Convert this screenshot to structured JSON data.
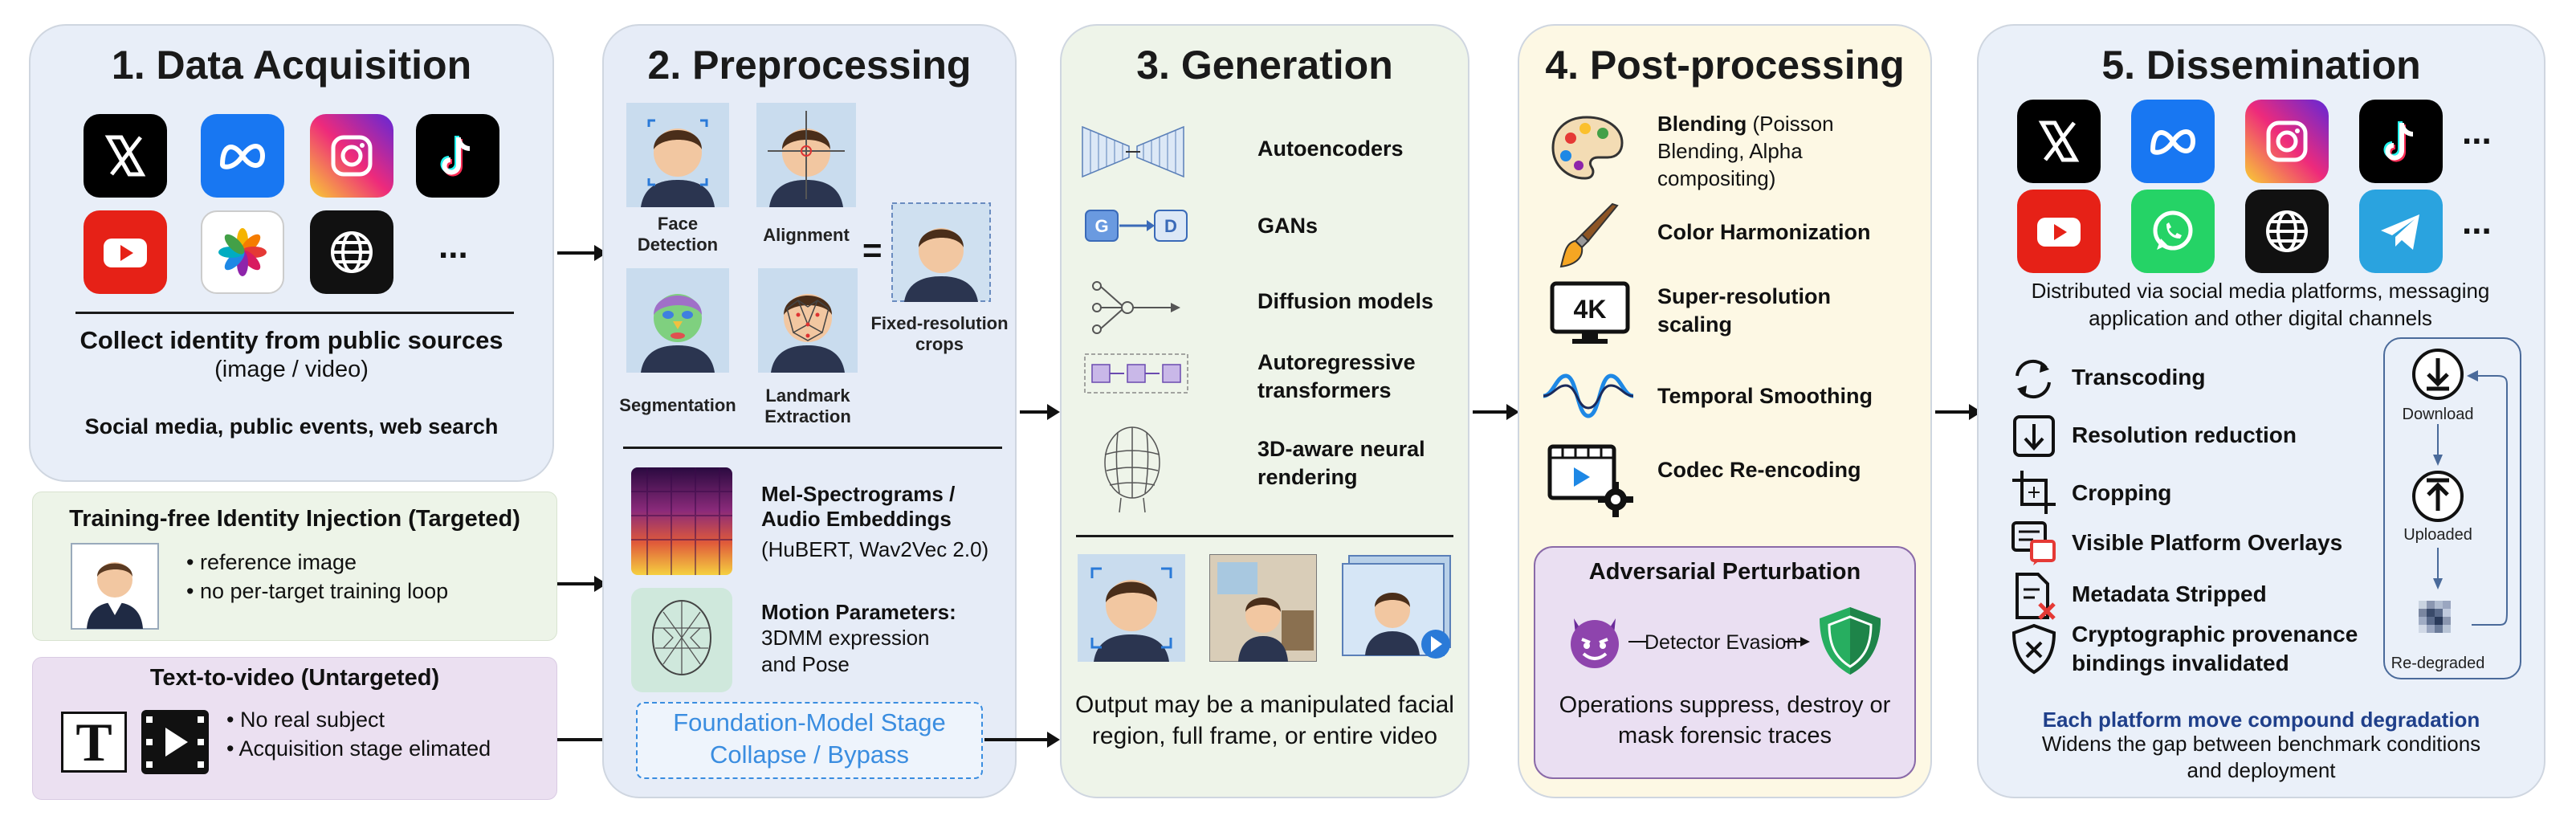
{
  "colors": {
    "panel1": "#e8eef8",
    "panel2": "#e6ecf7",
    "panel3": "#eef4e9",
    "panel4": "#fdf8e4",
    "panel5": "#eaf0f9",
    "training_box": "#edf4e8",
    "t2v_box": "#ebe0f1",
    "adversarial_box": "#eadff2",
    "foundation_blue": "#3a8de0",
    "accent_navy": "#1f3f8a"
  },
  "panel1": {
    "title": "1. Data Acquisition",
    "icons": [
      "x-icon",
      "meta-icon",
      "instagram-icon",
      "tiktok-icon",
      "youtube-icon",
      "photos-icon",
      "web-icon"
    ],
    "ellipsis": "...",
    "collect": "Collect identity from public sources",
    "collect_sub": "(image / video)",
    "sources": "Social media, public events, web search"
  },
  "training_free": {
    "title": "Training-free Identity Injection (Targeted)",
    "bullets": [
      "reference image",
      "no per-target training loop"
    ]
  },
  "text_to_video": {
    "title": "Text-to-video (Untargeted)",
    "t_glyph": "T",
    "bullets": [
      "No real subject",
      "Acquisition stage elimated"
    ]
  },
  "panel2": {
    "title": "2. Preprocessing",
    "steps": [
      "Face Detection",
      "Alignment",
      "Segmentation",
      "Landmark Extraction"
    ],
    "equals": "=",
    "crops": "Fixed-resolution crops",
    "mel_title": "Mel-Spectrograms / Audio Embeddings",
    "mel_sub": "(HuBERT, Wav2Vec 2.0)",
    "motion_title": "Motion Parameters:",
    "motion_sub": "3DMM expression and Pose",
    "foundation": "Foundation-Model Stage Collapse / Bypass"
  },
  "panel3": {
    "title": "3. Generation",
    "methods": [
      "Autoencoders",
      "GANs",
      "Diffusion models",
      "Autoregressive transformers",
      "3D-aware neural rendering"
    ],
    "gan_g": "G",
    "gan_d": "D",
    "output": "Output may be a manipulated facial region, full frame, or entire video"
  },
  "panel4": {
    "title": "4. Post-processing",
    "blending_bold": "Blending",
    "blending_rest": " (Poisson Blending, Alpha compositing)",
    "items": [
      "Color Harmonization",
      "Super-resolution scaling",
      "Temporal Smoothing",
      "Codec Re-encoding"
    ],
    "badge_4k": "4K",
    "adversarial_title": "Adversarial Perturbation",
    "evasion": "Detector Evasion",
    "adversarial_desc": "Operations suppress, destroy or mask forensic traces"
  },
  "panel5": {
    "title": "5. Dissemination",
    "icons": [
      "x-icon",
      "meta-icon",
      "instagram-icon",
      "tiktok-icon",
      "youtube-icon",
      "whatsapp-icon",
      "web-icon",
      "telegram-icon"
    ],
    "ellipsis": "...",
    "distributed": "Distributed via social media platforms, messaging application and other digital channels",
    "items": [
      "Transcoding",
      "Resolution reduction",
      "Cropping",
      "Visible Platform Overlays",
      "Metadata Stripped",
      "Cryptographic provenance bindings invalidated"
    ],
    "cycle": [
      "Download",
      "Uploaded",
      "Re-degraded"
    ],
    "compound": "Each platform move compound degradation",
    "widens": "Widens the gap between benchmark conditions and deployment"
  }
}
